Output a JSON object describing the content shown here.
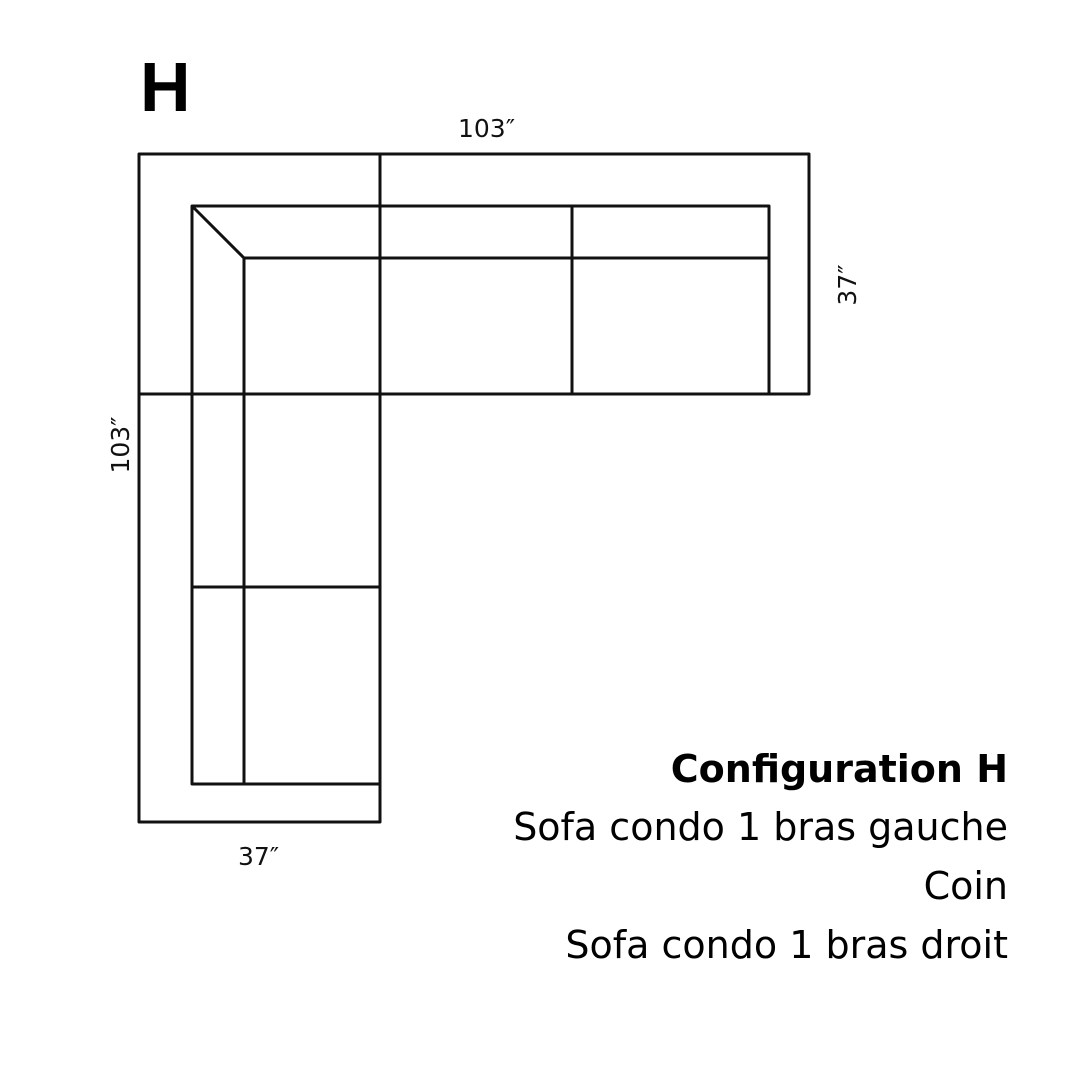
{
  "diagram": {
    "letter": "H",
    "dimensions": {
      "top_width": "103″",
      "right_depth": "37″",
      "left_length": "103″",
      "bottom_depth": "37″"
    },
    "stroke_color": "#111111",
    "background": "#ffffff"
  },
  "caption": {
    "title": "Configuration H",
    "items": [
      "Sofa condo 1 bras gauche",
      "Coin",
      "Sofa condo 1 bras droit"
    ]
  }
}
